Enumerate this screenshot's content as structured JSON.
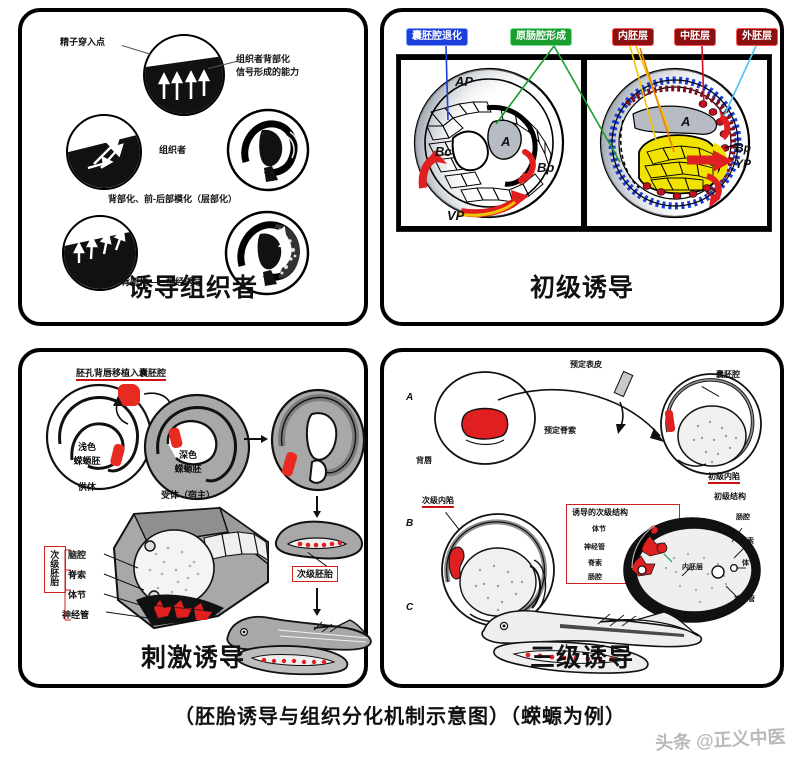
{
  "caption": "（胚胎诱导与组织分化机制示意图）（蝾螈为例）",
  "watermark": "头条 @正义中医",
  "panels": {
    "top_left": {
      "title": "诱导组织者",
      "labels": {
        "sperm_entry": "精子穿入点",
        "organizer_signal_line1": "组织者背部化",
        "organizer_signal_line2": "信号形成的能力",
        "organizer": "组织者",
        "dorsalization_ap": "背部化、前-后部模化（层部化）",
        "dorsalization_neural": "背部化——神经诱导"
      }
    },
    "top_right": {
      "title": "初级诱导",
      "chips": [
        {
          "text": "囊胚腔退化",
          "color": "#1b3fd8"
        },
        {
          "text": "原肠腔形成",
          "color": "#1a9e2f"
        },
        {
          "text": "内胚层",
          "color": "#8b1111"
        },
        {
          "text": "中胚层",
          "color": "#8b1111"
        },
        {
          "text": "外胚层",
          "color": "#8b1111"
        }
      ],
      "anatomy_left": [
        "AP",
        "Bc",
        "A",
        "Bp",
        "VP"
      ],
      "anatomy_right": [
        "A",
        "Bp",
        "YP"
      ]
    },
    "bottom_left": {
      "title": "刺激诱导",
      "labels": {
        "transplant": "胚孔背唇移植入囊胚腔",
        "donor_embryo_line1": "浅色",
        "donor_embryo_line2": "蝾螈胚",
        "donor_role": "供体",
        "host_embryo_line1": "深色",
        "host_embryo_line2": "蝾螈胚",
        "host_role": "受体（宿主）",
        "secondary_embryo_box": "次级胚胎",
        "secondary_embryo_side": "次级胚胎",
        "brain_cavity": "脑腔",
        "notochord": "脊索",
        "somite": "体节",
        "neural_tube": "神经管"
      }
    },
    "bottom_right": {
      "title": "三级诱导",
      "stage_markers": [
        "A",
        "B",
        "C"
      ],
      "labels": {
        "presumptive_epidermis": "预定表皮",
        "blastocoel": "囊胚腔",
        "presumptive_notochord": "预定脊索",
        "dorsal_lip": "背唇",
        "primary_invagination": "初级内陷",
        "primary_structure": "初级结构",
        "secondary_invagination": "次级内陷",
        "primary_invagination_2": "初级内陷",
        "induced_secondary_structure": "诱导的次级结构",
        "somite": "体节",
        "neural_tube": "神经管",
        "notochord": "脊索",
        "gut_cavity": "肠腔",
        "endoderm": "内胚层",
        "gut_cavity_r": "肠腔",
        "notochord_r": "脊索",
        "somite_r": "体节",
        "neural_tube_r": "神经管"
      }
    }
  },
  "colors": {
    "frame": "#000000",
    "accent_red": "#e02020",
    "grey_body": "#a8a8a8",
    "grey_dark": "#7d7d7d",
    "yolk_yellow": "#f2e200",
    "ectoderm_blue": "#1b3fd8",
    "mesoderm_red": "#cc1122",
    "chip_blue": "#1b3fd8",
    "chip_green": "#1a9e2f",
    "chip_darkred": "#8b1111"
  }
}
